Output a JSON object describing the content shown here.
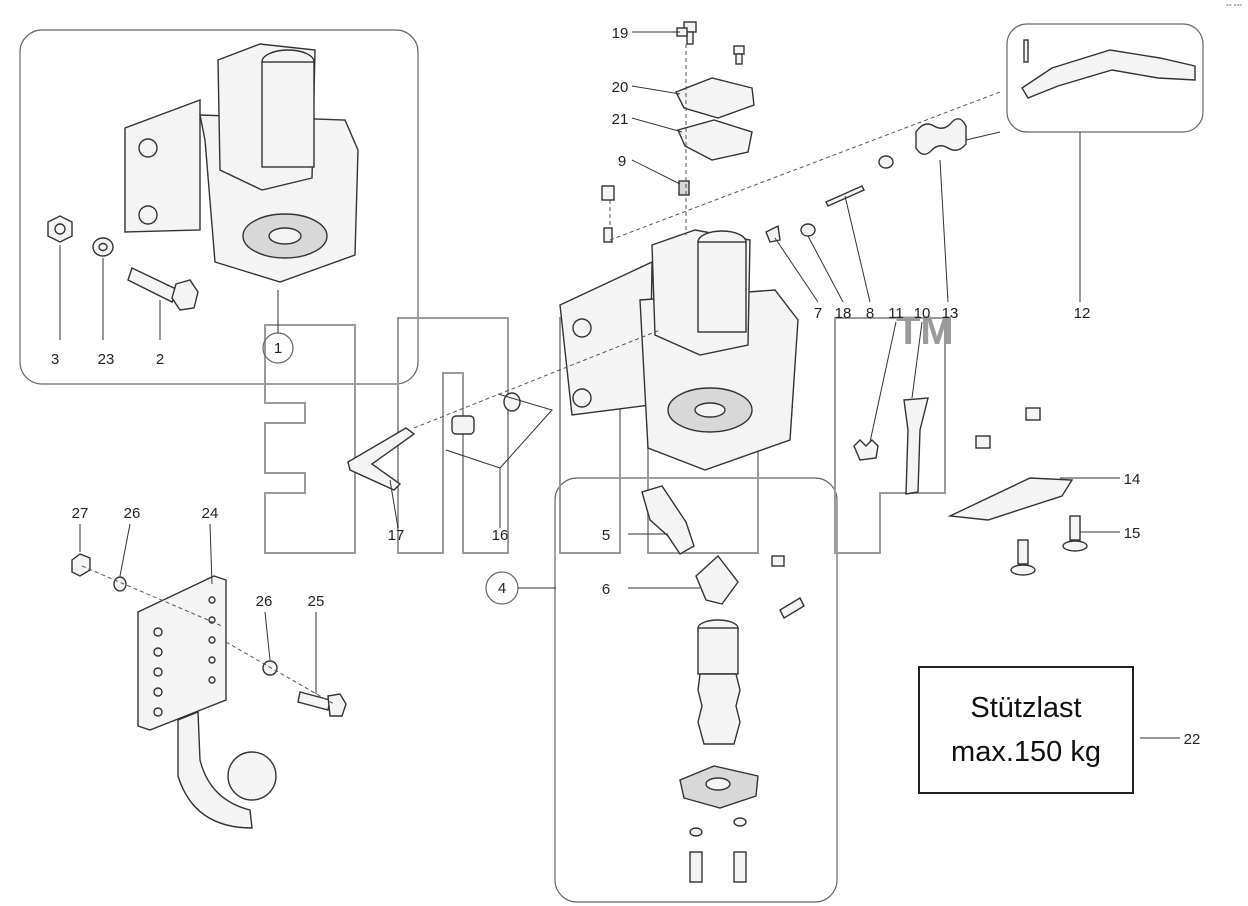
{
  "diagram": {
    "callouts": [
      "1",
      "2",
      "3",
      "4",
      "5",
      "6",
      "7",
      "8",
      "9",
      "10",
      "11",
      "12",
      "13",
      "14",
      "15",
      "16",
      "17",
      "18",
      "19",
      "20",
      "21",
      "22",
      "23",
      "24",
      "25",
      "26",
      "26",
      "27"
    ],
    "load_label": {
      "line1": "Stützlast",
      "line2": "max.150 kg"
    },
    "watermark": {
      "trademark": "TM"
    },
    "corner_mark": "°° °°°"
  }
}
